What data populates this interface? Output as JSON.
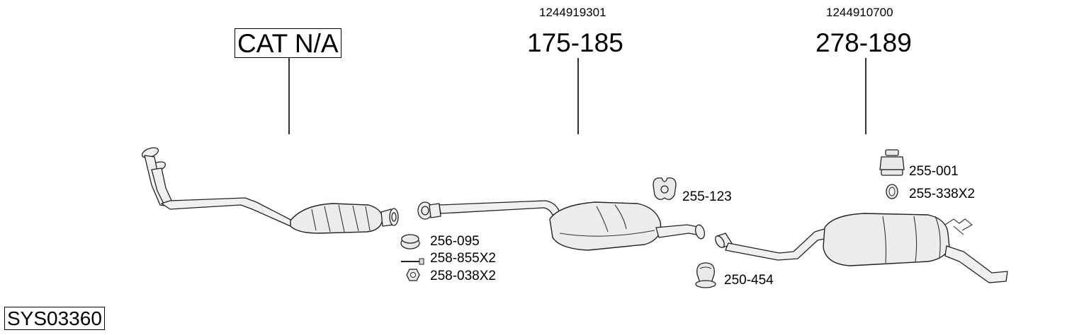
{
  "system_code": "SYS03360",
  "sections": [
    {
      "title": "CAT N/A",
      "oem": ""
    },
    {
      "title": "175-185",
      "oem": "1244919301"
    },
    {
      "title": "278-189",
      "oem": "1244910700"
    }
  ],
  "parts": {
    "clamp_ring": "256-095",
    "bolt": "258-855X2",
    "nut": "258-038X2",
    "hanger": "255-123",
    "clamp": "250-454",
    "rubber_mount": "255-001",
    "rubber_ring": "255-338X2"
  }
}
